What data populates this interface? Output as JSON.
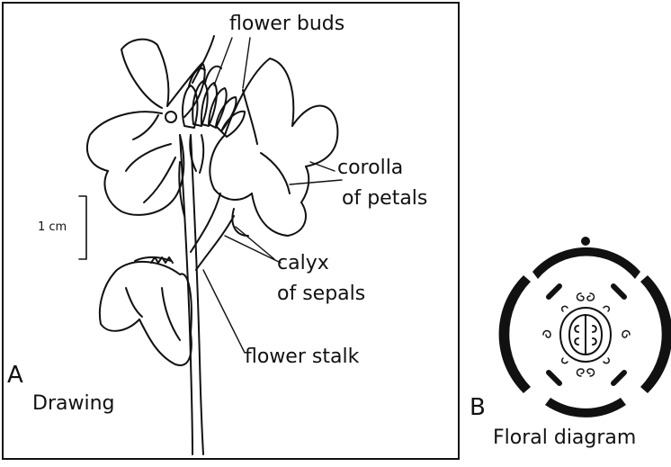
{
  "panel_a": {
    "letter": "A",
    "caption": "Drawing",
    "labels": {
      "flower_buds": "flower buds",
      "corolla_line1": "corolla",
      "corolla_line2": "of petals",
      "calyx_line1": "calyx",
      "calyx_line2": "of sepals",
      "flower_stalk": "flower stalk",
      "scale": "1 cm"
    }
  },
  "panel_b": {
    "letter": "B",
    "caption": "Floral diagram"
  }
}
